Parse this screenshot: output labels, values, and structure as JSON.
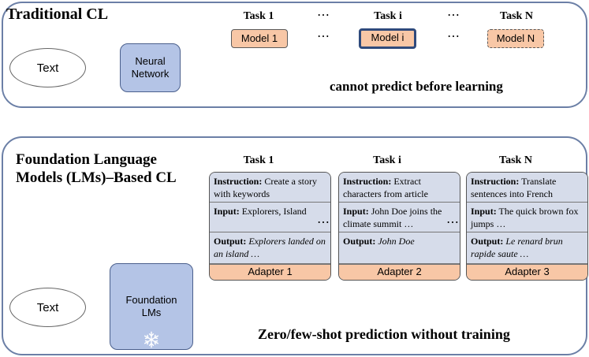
{
  "traditional": {
    "title": "Traditional CL",
    "input": "Text",
    "model_block": [
      "Neural",
      "Network"
    ],
    "tasks": [
      {
        "label": "Task 1",
        "model": "Model 1"
      },
      {
        "label": "Task i",
        "model": "Model i"
      },
      {
        "label": "Task N",
        "model": "Model N"
      }
    ],
    "ellipsis": "⋯",
    "note": "cannot predict before learning"
  },
  "foundation": {
    "title_line1": "Foundation Language",
    "title_line2": "Models (LMs)–Based CL",
    "input": "Text",
    "model_block": [
      "Foundation",
      "LMs"
    ],
    "freeze_icon": "snowflake-icon",
    "ellipsis": "⋯",
    "note": "Zero/few-shot prediction without training",
    "tasks": [
      {
        "label": "Task 1",
        "instruction_label": "Instruction:",
        "instruction": "Create a story with keywords",
        "input_label": "Input:",
        "input": "Explorers, Island",
        "output_label": "Output:",
        "output": "Explorers landed on an island …",
        "adapter": "Adapter 1"
      },
      {
        "label": "Task i",
        "instruction_label": "Instruction:",
        "instruction": "Extract characters from article",
        "input_label": "Input:",
        "input": "John Doe joins the climate summit …",
        "output_label": "Output:",
        "output": "John Doe",
        "adapter": "Adapter 2"
      },
      {
        "label": "Task N",
        "instruction_label": "Instruction:",
        "instruction": "Translate sentences into French",
        "input_label": "Input:",
        "input": "The quick brown fox jumps …",
        "output_label": "Output:",
        "output": "Le renard brun rapide saute …",
        "adapter": "Adapter 3"
      }
    ]
  },
  "colors": {
    "panel_border": "#6b7fa6",
    "model_fill": "#f8c7a6",
    "network_fill": "#b4c4e6",
    "card_fill": "#d6dcea",
    "highlight_border": "#2f4a7c"
  }
}
